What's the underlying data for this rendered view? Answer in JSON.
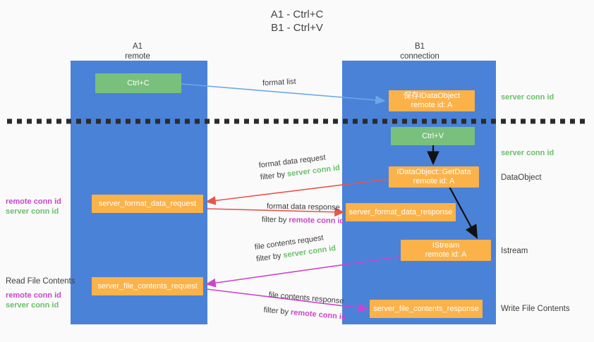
{
  "title": {
    "line1": "A1 - Ctrl+C",
    "line2": "B1 - Ctrl+V"
  },
  "columns": [
    {
      "name": "A1",
      "sub": "remote"
    },
    {
      "name": "B1",
      "sub": "connection"
    }
  ],
  "colors": {
    "lane": "#4a82d8",
    "green_box": "#79c07c",
    "orange_box": "#fbb249",
    "server_conn_id": "#6abf69",
    "remote_conn_id": "#cc44cc",
    "arrow_blue": "#6aa8e8",
    "arrow_red": "#e8554a",
    "arrow_magenta": "#cc44cc",
    "arrow_black": "#111111",
    "background": "#fafafa",
    "text": "#3c3c3c"
  },
  "nodes": {
    "ctrl_c": {
      "label": "Ctrl+C",
      "type": "green"
    },
    "save_dataobject": {
      "line1": "保存IDataObject",
      "line2": "remote id: A",
      "type": "orange"
    },
    "ctrl_v": {
      "label": "Ctrl+V",
      "type": "green"
    },
    "getdata": {
      "line1": "IDataObject::GetData",
      "line2": "remote id: A",
      "type": "orange"
    },
    "format_data_request": {
      "label": "server_format_data_request",
      "type": "orange"
    },
    "format_data_response": {
      "label": "server_format_data_response",
      "type": "orange"
    },
    "istream": {
      "line1": "IStream",
      "line2": "remote id: A",
      "type": "orange"
    },
    "file_contents_request": {
      "label": "server_file_contents_request",
      "type": "orange"
    },
    "file_contents_response": {
      "label": "server_file_contents_response",
      "type": "orange"
    }
  },
  "annotations": {
    "format_list": "format list",
    "format_data_request_title": "format data request",
    "format_data_request_filter_prefix": "filter by ",
    "format_data_request_filter_value": "server conn id",
    "format_data_response_title": "format data response",
    "format_data_response_filter_prefix": "filter by ",
    "format_data_response_filter_value": "remote conn id",
    "file_contents_request_title": "file contents request",
    "file_contents_request_filter_prefix": "filter by ",
    "file_contents_request_filter_value": "server conn id",
    "file_contents_response_title": "file contents response",
    "file_contents_response_filter_prefix": "filter by ",
    "file_contents_response_filter_value": "remote conn id"
  },
  "right_labels": {
    "server_conn_id_top": "server conn id",
    "server_conn_id_mid": "server conn id",
    "dataobject": "DataObject",
    "istream": "Istream",
    "write_file_contents": "Write File Contents"
  },
  "left_labels": {
    "remote_conn_id_1": "remote conn id",
    "server_conn_id_1": "server conn id",
    "read_file_contents": "Read File Contents",
    "remote_conn_id_2": "remote conn id",
    "server_conn_id_2": "server conn id"
  }
}
